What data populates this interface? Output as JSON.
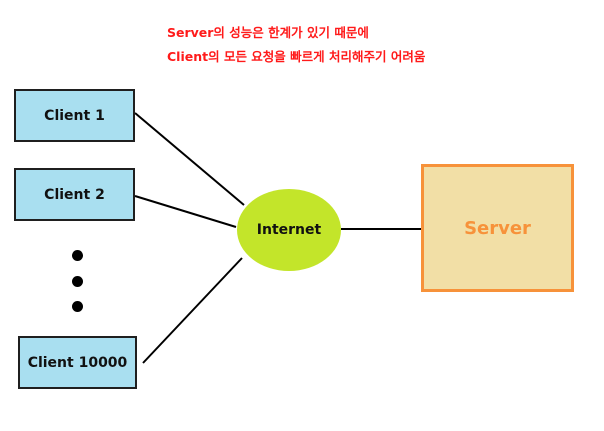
{
  "caption": {
    "line1": "Server의 성능은 한계가 있기 때문에",
    "line2": "Client의 모든 요청을 빠르게 처리해주기 어려움"
  },
  "clients": {
    "client1": "Client 1",
    "client2": "Client 2",
    "client3": "Client 10000"
  },
  "internet": {
    "label": "Internet"
  },
  "server": {
    "label": "Server"
  },
  "colors": {
    "caption": "#ff1a1a",
    "client_fill": "#a9dff0",
    "internet_fill": "#c3e52a",
    "server_fill": "#f2dfa6",
    "server_border": "#f7923a"
  }
}
